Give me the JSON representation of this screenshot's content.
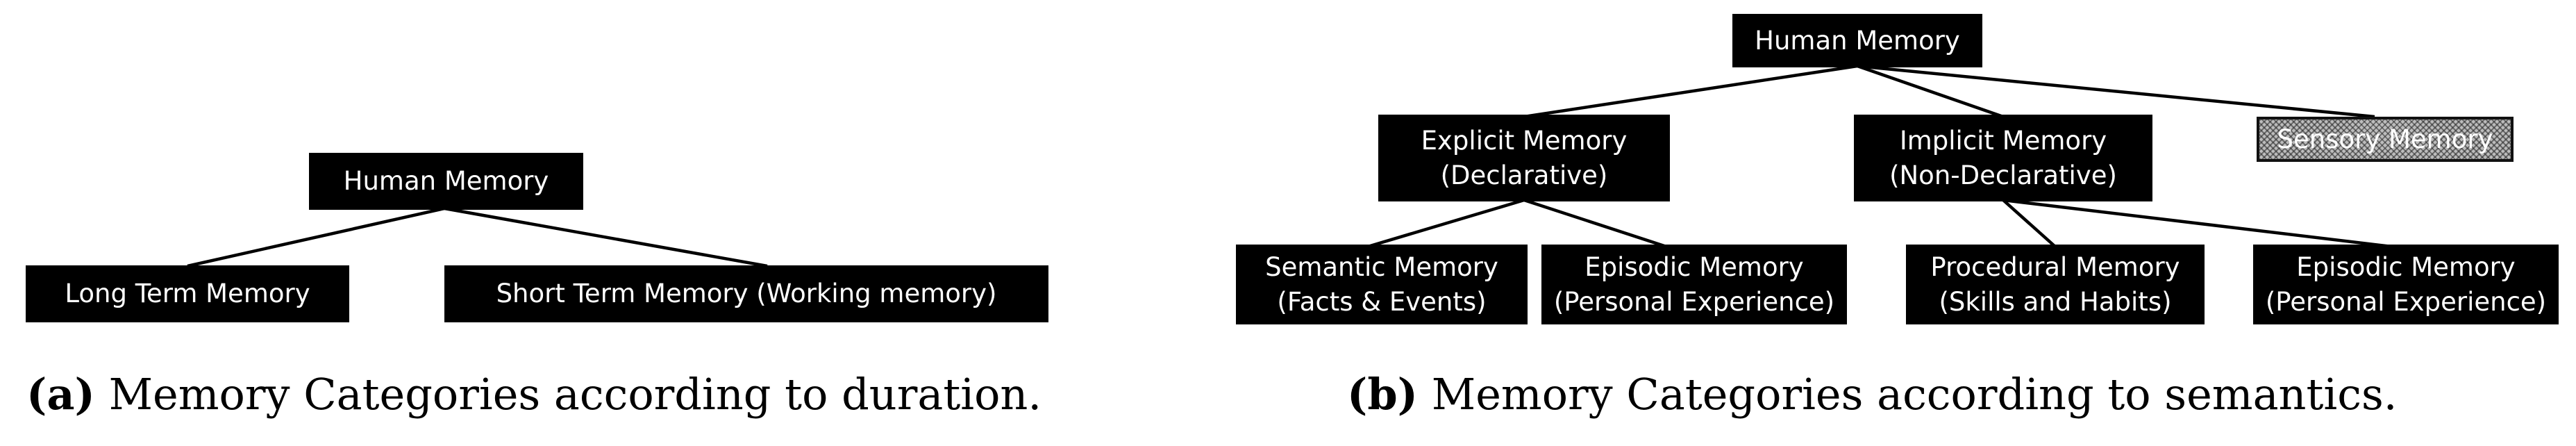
{
  "panel_a": {
    "root": "Human Memory",
    "children": [
      "Long Term Memory",
      "Short Term Memory (Working memory)"
    ],
    "caption": {
      "tag": "(a)",
      "text": "Memory Categories according to duration."
    }
  },
  "panel_b": {
    "root": "Human Memory",
    "explicit": {
      "line1": "Explicit Memory",
      "line2": "(Declarative)"
    },
    "implicit": {
      "line1": "Implicit Memory",
      "line2": "(Non-Declarative)"
    },
    "sensory": "Sensory Memory",
    "semantic": {
      "line1": "Semantic Memory",
      "line2": "(Facts & Events)"
    },
    "episodic_1": {
      "line1": "Episodic Memory",
      "line2": "(Personal Experience)"
    },
    "procedural": {
      "line1": "Procedural Memory",
      "line2": "(Skills and Habits)"
    },
    "episodic_2": {
      "line1": "Episodic Memory",
      "line2": "(Personal Experience)"
    },
    "caption": {
      "tag": "(b)",
      "text": "Memory Categories according to semantics."
    }
  },
  "colors": {
    "node_fill": "#000000",
    "node_text": "#ffffff",
    "edge": "#000000",
    "sensory_pattern": "#bdbdbd"
  }
}
